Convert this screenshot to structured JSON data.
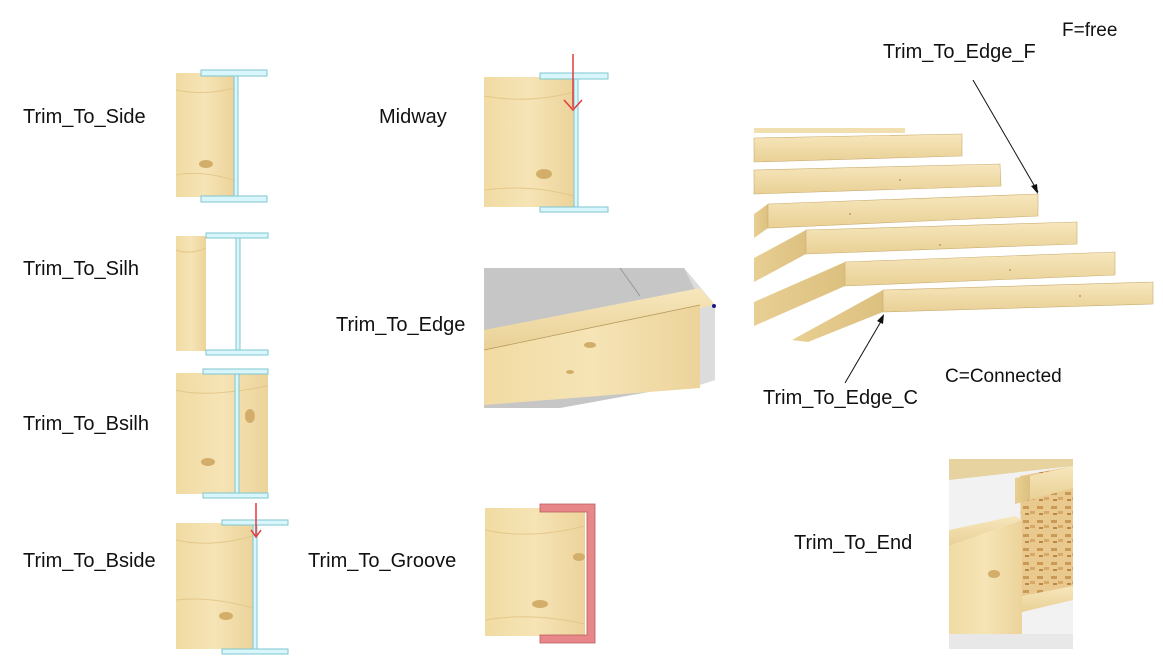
{
  "labels": {
    "trim_to_side": "Trim_To_Side",
    "trim_to_silh": "Trim_To_Silh",
    "trim_to_bsilh": "Trim_To_Bsilh",
    "trim_to_bside": "Trim_To_Bside",
    "midway": "Midway",
    "trim_to_edge": "Trim_To_Edge",
    "trim_to_groove": "Trim_To_Groove",
    "trim_to_edge_f": "Trim_To_Edge_F",
    "trim_to_edge_c": "Trim_To_Edge_C",
    "trim_to_end": "Trim_To_End"
  },
  "legend": {
    "free": "F=free",
    "connected": "C=Connected"
  },
  "colors": {
    "wood": "#f3dfaa",
    "wood_dark": "#e2c98a",
    "steel": "#d8f6fb",
    "steel_edge": "#7fc6cf",
    "arrow": "#e33b3b",
    "groove": "#e8878a",
    "grey": "#c8c8c8"
  }
}
